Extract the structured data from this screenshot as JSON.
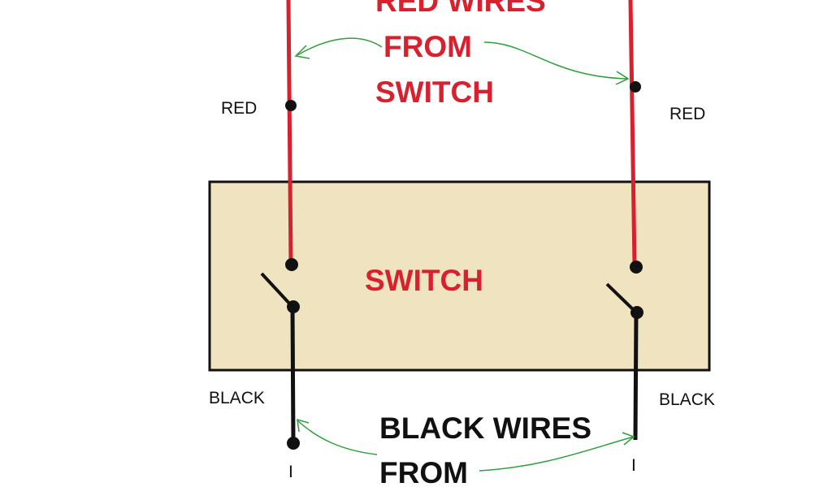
{
  "colors": {
    "red_wire": "#d9202e",
    "black_wire": "#111111",
    "switch_fill": "#f0e4c0",
    "switch_border": "#111111",
    "arrow": "#2e9e3e",
    "red_text": "#d9202e",
    "black_text": "#111111"
  },
  "top_caption": {
    "line1": "RED WIRES",
    "line2": "FROM",
    "line3": "SWITCH"
  },
  "bottom_caption": {
    "line1": "BLACK WIRES",
    "line2": "FROM"
  },
  "switch_box": {
    "label": "SWITCH"
  },
  "terminals": {
    "left_red_label": "RED",
    "right_red_label": "RED",
    "left_black_label": "BLACK",
    "right_black_label": "BLACK",
    "left_bottom_mark": "I",
    "right_bottom_mark": "I"
  }
}
